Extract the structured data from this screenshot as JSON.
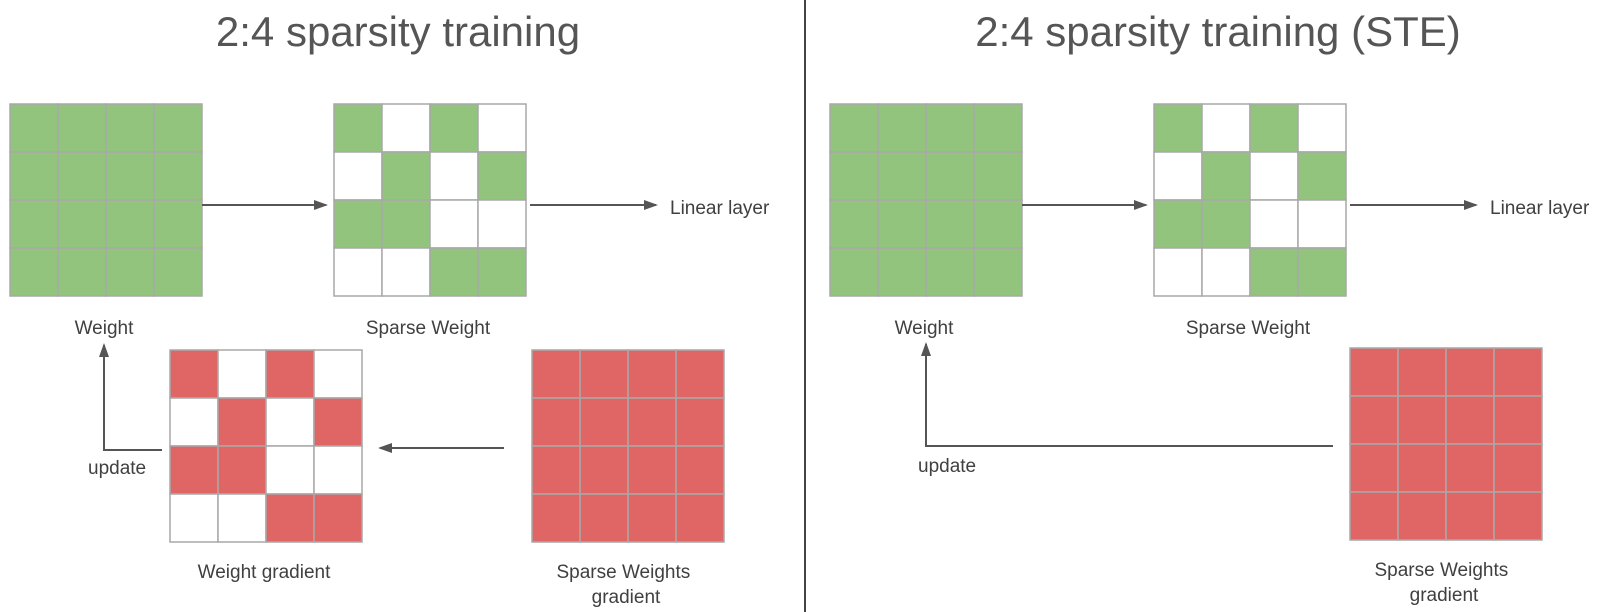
{
  "colors": {
    "green": "#93c47d",
    "red": "#e06666",
    "empty": "#ffffff",
    "grid": "#a8a8a8",
    "arrow": "#555555",
    "divider": "#444444",
    "title": "#555555",
    "label": "#404040"
  },
  "left": {
    "title": "2:4 sparsity training",
    "weight_label": "Weight",
    "sparse_weight_label": "Sparse Weight",
    "linear_layer_label": "Linear layer",
    "update_label": "update",
    "weight_gradient_label": "Weight gradient",
    "sparse_weights_gradient_label": [
      "Sparse Weights",
      "gradient"
    ],
    "weight_mask": [
      [
        1,
        1,
        1,
        1
      ],
      [
        1,
        1,
        1,
        1
      ],
      [
        1,
        1,
        1,
        1
      ],
      [
        1,
        1,
        1,
        1
      ]
    ],
    "sparse_weight_mask": [
      [
        1,
        0,
        1,
        0
      ],
      [
        0,
        1,
        0,
        1
      ],
      [
        1,
        1,
        0,
        0
      ],
      [
        0,
        0,
        1,
        1
      ]
    ],
    "weight_gradient_mask": [
      [
        1,
        0,
        1,
        0
      ],
      [
        0,
        1,
        0,
        1
      ],
      [
        1,
        1,
        0,
        0
      ],
      [
        0,
        0,
        1,
        1
      ]
    ],
    "sparse_weights_gradient_mask": [
      [
        1,
        1,
        1,
        1
      ],
      [
        1,
        1,
        1,
        1
      ],
      [
        1,
        1,
        1,
        1
      ],
      [
        1,
        1,
        1,
        1
      ]
    ]
  },
  "right": {
    "title": "2:4 sparsity training (STE)",
    "weight_label": "Weight",
    "sparse_weight_label": "Sparse Weight",
    "linear_layer_label": "Linear layer",
    "update_label": "update",
    "sparse_weights_gradient_label": [
      "Sparse Weights",
      "gradient"
    ],
    "weight_mask": [
      [
        1,
        1,
        1,
        1
      ],
      [
        1,
        1,
        1,
        1
      ],
      [
        1,
        1,
        1,
        1
      ],
      [
        1,
        1,
        1,
        1
      ]
    ],
    "sparse_weight_mask": [
      [
        1,
        0,
        1,
        0
      ],
      [
        0,
        1,
        0,
        1
      ],
      [
        1,
        1,
        0,
        0
      ],
      [
        0,
        0,
        1,
        1
      ]
    ],
    "sparse_weights_gradient_mask": [
      [
        1,
        1,
        1,
        1
      ],
      [
        1,
        1,
        1,
        1
      ],
      [
        1,
        1,
        1,
        1
      ],
      [
        1,
        1,
        1,
        1
      ]
    ]
  }
}
